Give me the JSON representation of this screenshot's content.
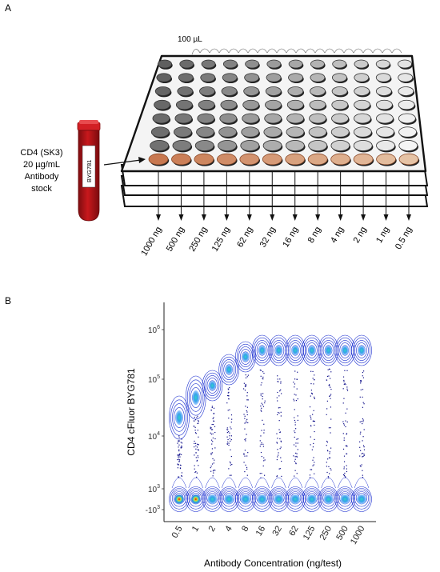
{
  "panel_a": {
    "label": "A",
    "volume_label": "100 µL",
    "stock_label": [
      "CD4 (SK3)",
      "20 µg/mL",
      "Antibody",
      "stock"
    ],
    "tube_label": "BYG781",
    "dilutions": [
      "1000 ng",
      "500 ng",
      "250 ng",
      "125 ng",
      "62 ng",
      "32 ng",
      "16 ng",
      "8 ng",
      "4 ng",
      "2 ng",
      "1 ng",
      "0.5 ng"
    ],
    "colors": {
      "well_loaded": "#c97a4e",
      "tube": "#b01418",
      "tube_cap": "#d21f24"
    }
  },
  "panel_b": {
    "label": "B",
    "y_axis_label": "CD4 cFluor BYG781",
    "y_ticks": [
      {
        "base": "10",
        "exp": "6"
      },
      {
        "base": "10",
        "exp": "5"
      },
      {
        "base": "10",
        "exp": "4"
      },
      {
        "base": "10",
        "exp": "3"
      },
      {
        "base": "-10",
        "exp": "3"
      }
    ],
    "x_axis_label": "Antibody Concentration (ng/test)",
    "x_ticks": [
      "0.5",
      "1",
      "2",
      "4",
      "8",
      "16",
      "32",
      "62",
      "125",
      "250",
      "500",
      "1000"
    ],
    "colors": {
      "contour": "#1b2fd0",
      "dots": "#10108a"
    }
  }
}
